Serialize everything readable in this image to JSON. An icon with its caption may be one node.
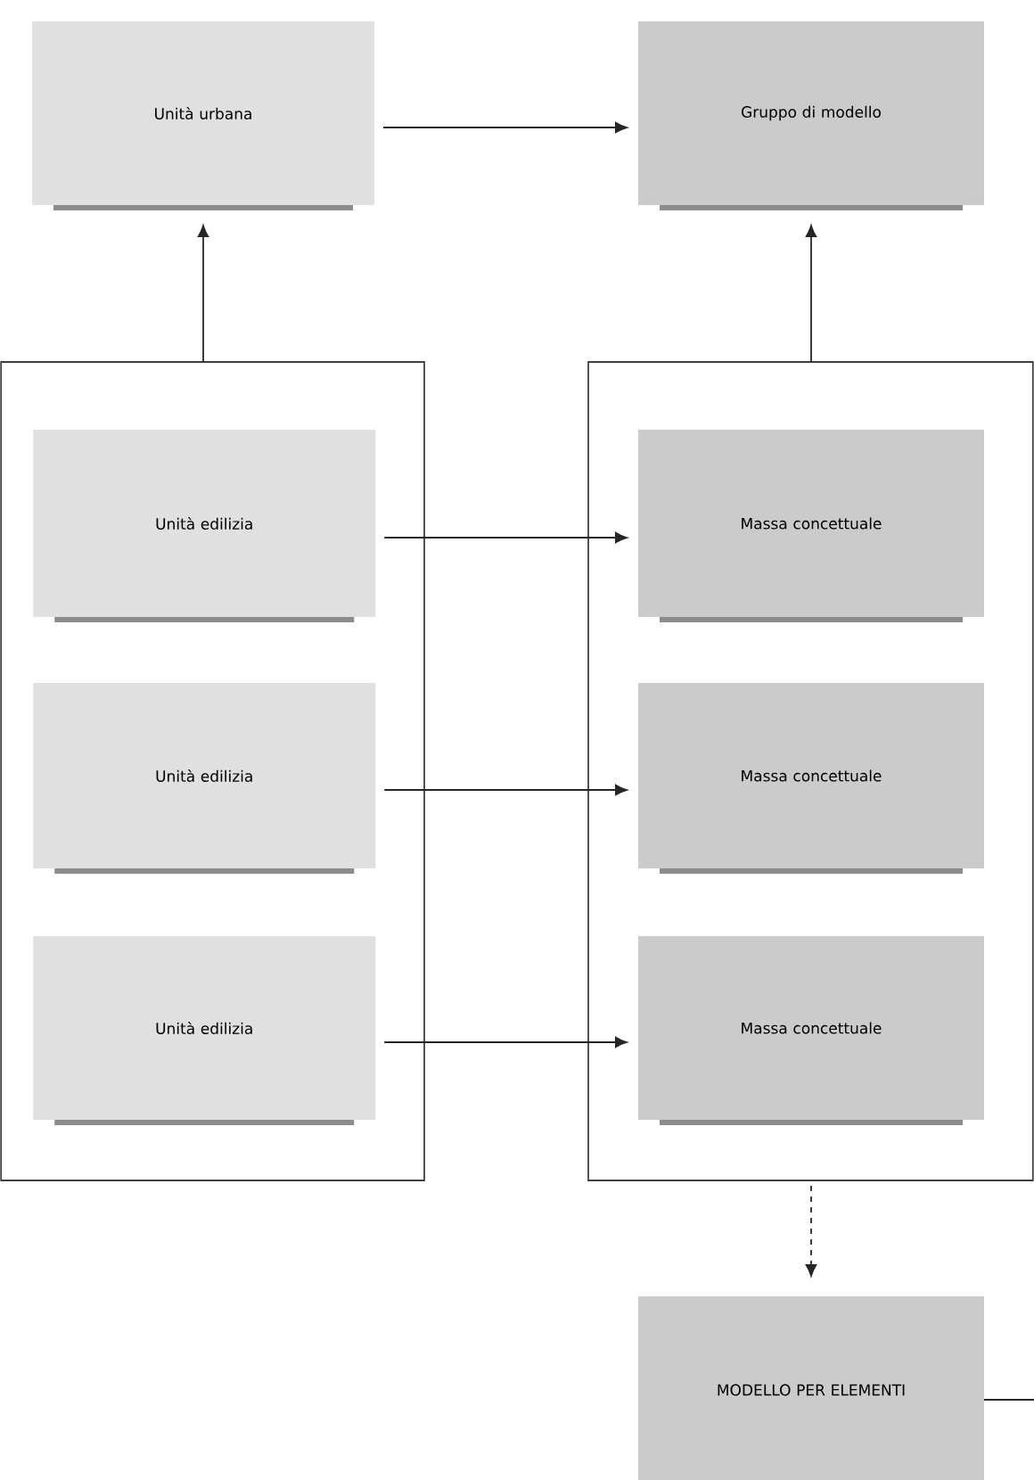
{
  "diagram": {
    "nodes": [
      {
        "text": [
          "Unità urbana"
        ]
      },
      {
        "text": [
          "Gruppo di modello"
        ]
      },
      {
        "text": [],
        "shape": "box"
      },
      {
        "text": [
          "Unità edilizia"
        ],
        "in": 2
      },
      {
        "text": [
          "Unità edilizia"
        ],
        "in": 2
      },
      {
        "text": [
          "Unità edilizia"
        ],
        "in": 2
      },
      {
        "text": [],
        "shape": "box"
      },
      {
        "text": [
          "Massa concettuale"
        ],
        "in": 6
      },
      {
        "text": [
          "Massa concettuale"
        ],
        "in": 6
      },
      {
        "text": [
          "Massa concettuale"
        ],
        "in": 6
      },
      {
        "text": [
          "MODELLO PER ELEMENTI"
        ]
      }
    ],
    "edges": [
      {
        "from": 0,
        "to": 1,
        "arrow": "to"
      },
      {
        "from": 2,
        "to": 0,
        "arrow": "to"
      },
      {
        "from": 6,
        "to": 1,
        "arrow": "to"
      },
      {
        "from": 3,
        "to": 7,
        "arrow": "to"
      },
      {
        "from": 4,
        "to": 8,
        "arrow": "to"
      },
      {
        "from": 5,
        "to": 9,
        "arrow": "to"
      },
      {
        "from": 6,
        "to": 10,
        "arrow": "to",
        "style": "dashed"
      },
      {
        "from": 10,
        "to": null,
        "arrow": "none"
      }
    ]
  }
}
